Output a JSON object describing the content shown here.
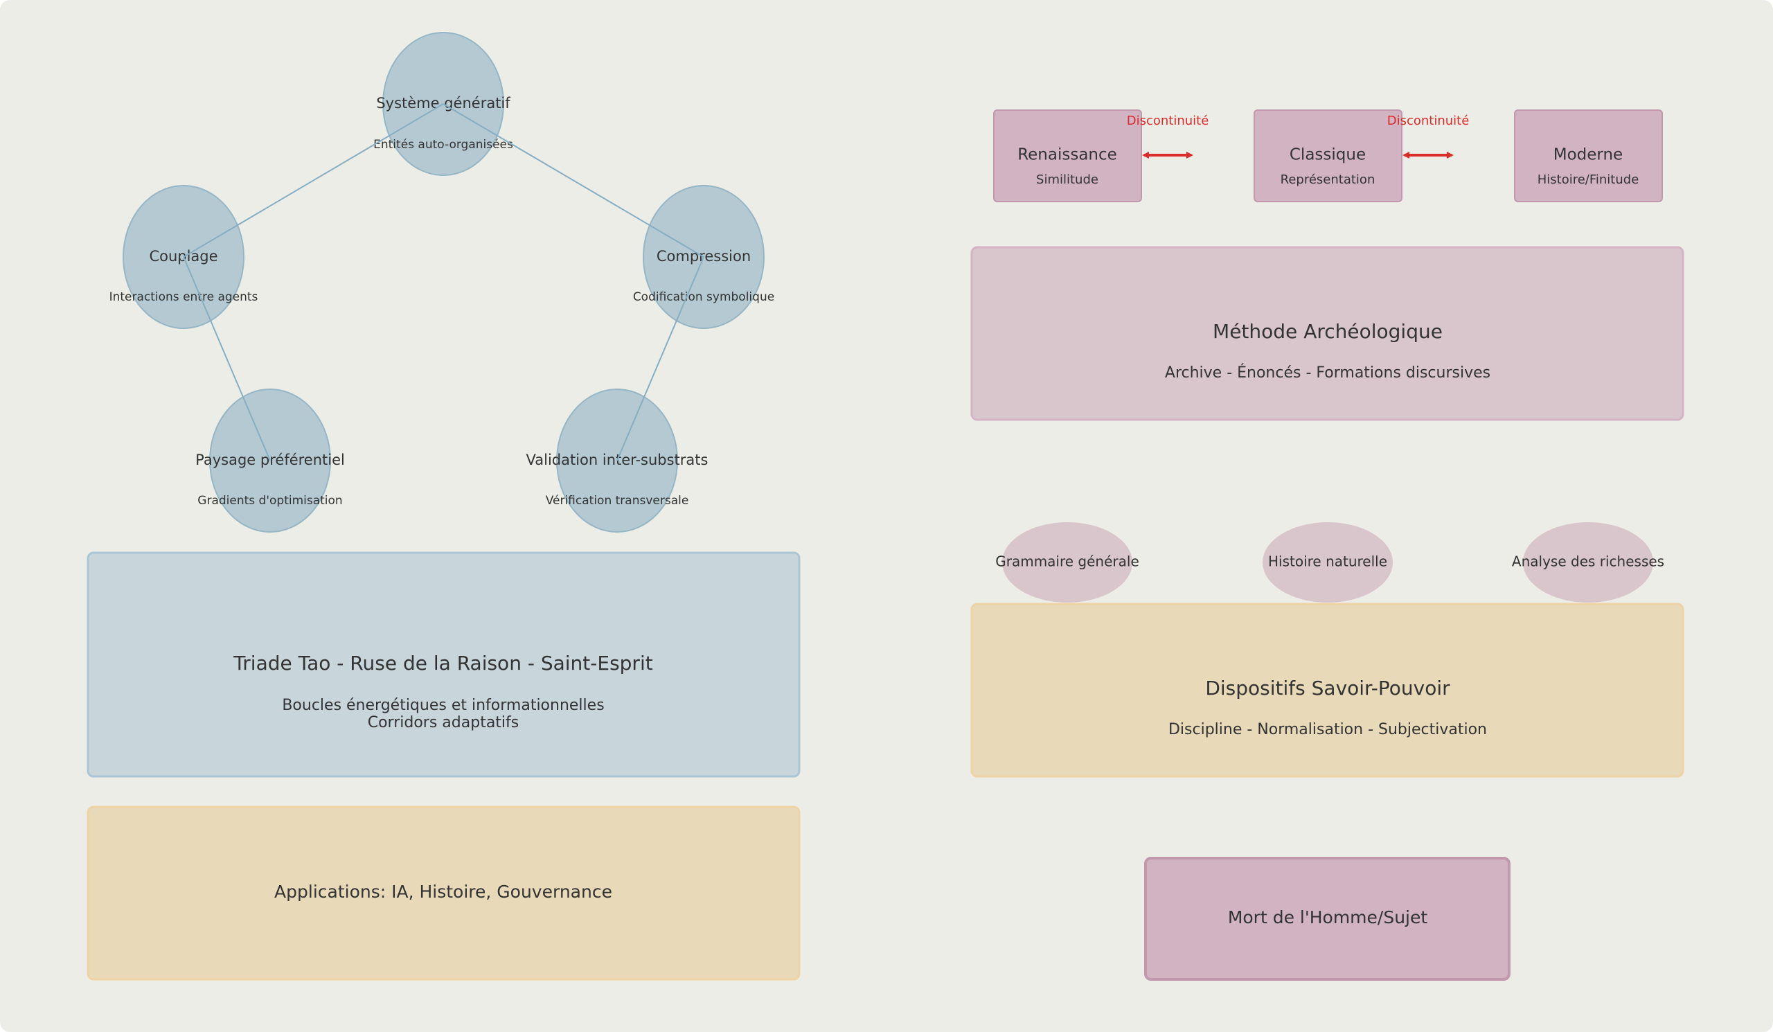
{
  "colors": {
    "background": "#ededE8",
    "node_fill": "#b5c9d3",
    "node_stroke": "#96b6c6",
    "plum_fill": "#d1b3c1",
    "plum_stroke": "#c298ae",
    "plum_light": "#d9c6cd",
    "sand_fill": "#e8d9b9",
    "sand_stroke": "#efd3a4",
    "blue_box": "#c8d5da",
    "blue_box_stroke": "#aac6d6",
    "text": "#333333",
    "discontinuity": "#dd2a2a"
  },
  "generative": {
    "nodes": [
      {
        "title": "Système génératif",
        "subtitle": "Entités auto-organisées"
      },
      {
        "title": "Couplage",
        "subtitle": "Interactions entre agents"
      },
      {
        "title": "Compression",
        "subtitle": "Codification symbolique"
      },
      {
        "title": "Paysage préférentiel",
        "subtitle": "Gradients d'optimisation"
      },
      {
        "title": "Validation inter-substrats",
        "subtitle": "Vérification transversale"
      }
    ],
    "triad": {
      "title": "Triade Tao - Ruse de la Raison - Saint-Esprit",
      "line1": "Boucles énergétiques et informationnelles",
      "line2": "Corridors adaptatifs"
    },
    "applications": "Applications: IA, Histoire, Gouvernance"
  },
  "episteme": {
    "epochs": [
      {
        "title": "Renaissance",
        "subtitle": "Similitude"
      },
      {
        "title": "Classique",
        "subtitle": "Représentation"
      },
      {
        "title": "Moderne",
        "subtitle": "Histoire/Finitude"
      }
    ],
    "discontinuity_label": "Discontinuité",
    "method": {
      "title": "Méthode Archéologique",
      "subtitle": "Archive - Énoncés - Formations discursives"
    },
    "domains": [
      "Grammaire générale",
      "Histoire naturelle",
      "Analyse des richesses"
    ],
    "dispositifs": {
      "title": "Dispositifs Savoir-Pouvoir",
      "subtitle": "Discipline - Normalisation - Subjectivation"
    },
    "death": "Mort de l'Homme/Sujet"
  }
}
